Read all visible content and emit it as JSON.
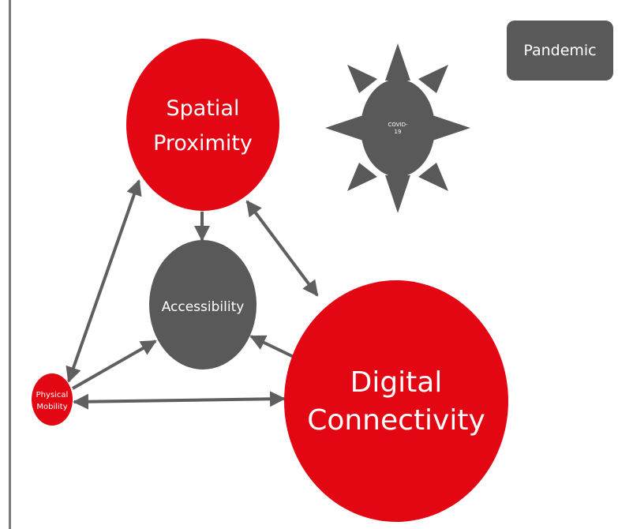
{
  "badge": {
    "label": "Pandemic"
  },
  "nodes": {
    "spatial": {
      "line1": "Spatial",
      "line2": "Proximity"
    },
    "accessibility": {
      "label": "Accessibility"
    },
    "digital": {
      "line1": "Digital",
      "line2": "Connectivity"
    },
    "physical": {
      "line1": "Physical",
      "line2": "Mobility"
    },
    "covid": {
      "line1": "COVID-",
      "line2": "19"
    }
  },
  "colors": {
    "red": "#e30613",
    "dark_gray": "#595959",
    "arrow_gray": "#5f5f5f",
    "border_gray": "#7a7a7a"
  }
}
